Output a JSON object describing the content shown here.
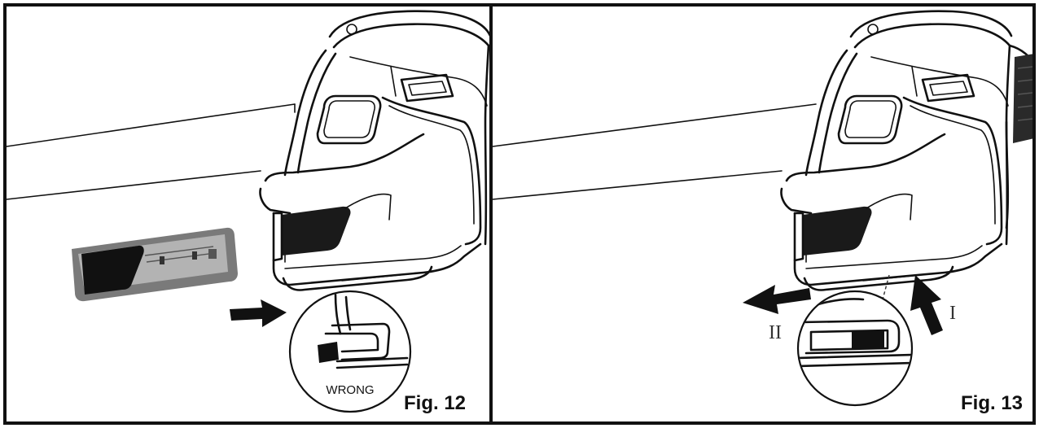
{
  "panels": [
    {
      "figure_label": "Fig. 12",
      "callout_text": "WRONG"
    },
    {
      "figure_label": "Fig. 13",
      "step_one": "I",
      "step_two": "II"
    }
  ]
}
